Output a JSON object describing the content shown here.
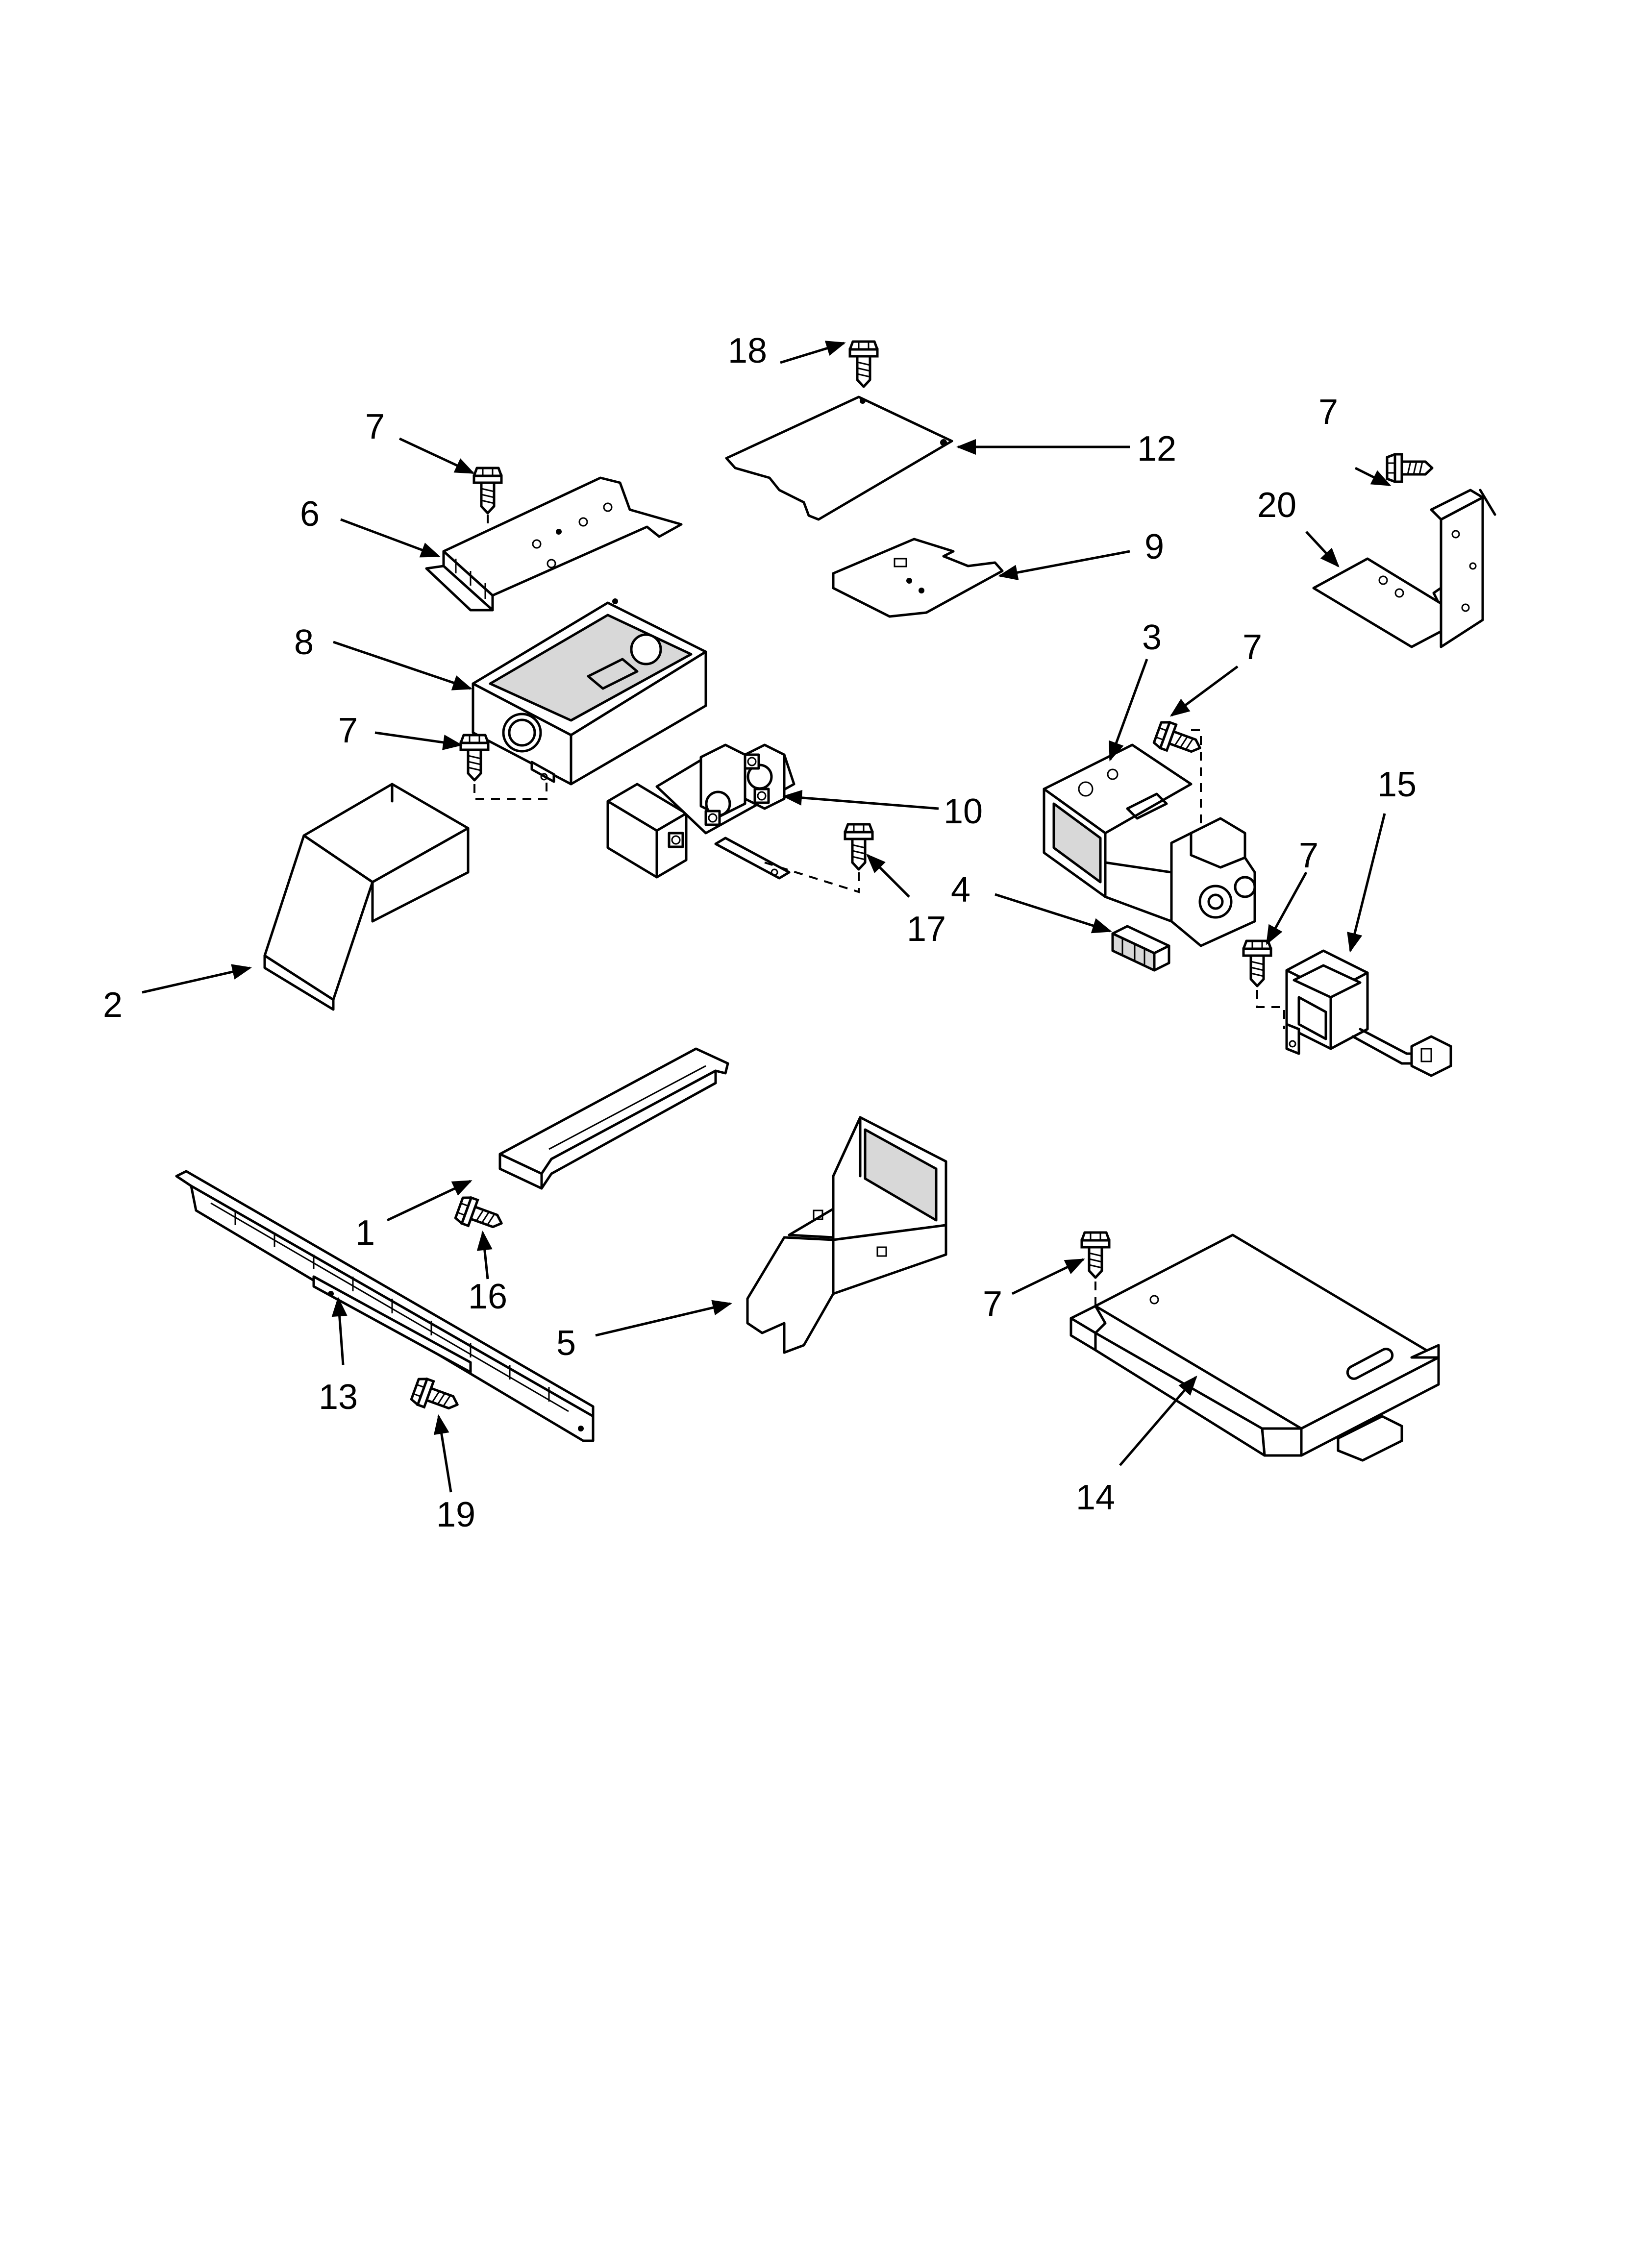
{
  "diagram": {
    "type": "exploded-parts-view",
    "callouts": [
      {
        "id": "c18",
        "label": "18"
      },
      {
        "id": "c12",
        "label": "12"
      },
      {
        "id": "c9",
        "label": "9"
      },
      {
        "id": "c7a",
        "label": "7"
      },
      {
        "id": "c6",
        "label": "6"
      },
      {
        "id": "c8",
        "label": "8"
      },
      {
        "id": "c7b",
        "label": "7"
      },
      {
        "id": "c2",
        "label": "2"
      },
      {
        "id": "c10",
        "label": "10"
      },
      {
        "id": "c17",
        "label": "17"
      },
      {
        "id": "c3",
        "label": "3"
      },
      {
        "id": "c7c",
        "label": "7"
      },
      {
        "id": "c4",
        "label": "4"
      },
      {
        "id": "c15",
        "label": "15"
      },
      {
        "id": "c7d",
        "label": "7"
      },
      {
        "id": "c7e",
        "label": "7"
      },
      {
        "id": "c20",
        "label": "20"
      },
      {
        "id": "c1",
        "label": "1"
      },
      {
        "id": "c16",
        "label": "16"
      },
      {
        "id": "c13",
        "label": "13"
      },
      {
        "id": "c19",
        "label": "19"
      },
      {
        "id": "c5",
        "label": "5"
      },
      {
        "id": "c7f",
        "label": "7"
      },
      {
        "id": "c14",
        "label": "14"
      }
    ]
  }
}
